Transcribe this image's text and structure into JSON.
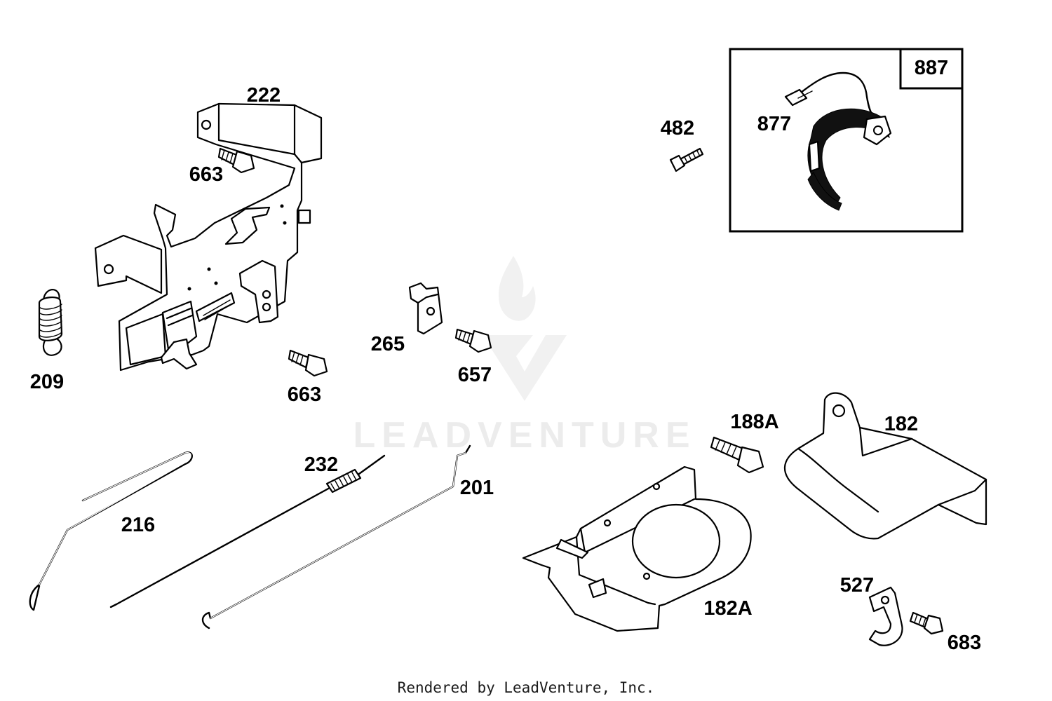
{
  "diagram": {
    "callouts": [
      {
        "id": "c887",
        "text": "887"
      },
      {
        "id": "c877",
        "text": "877"
      },
      {
        "id": "c482",
        "text": "482"
      },
      {
        "id": "c222",
        "text": "222"
      },
      {
        "id": "c663a",
        "text": "663"
      },
      {
        "id": "c209",
        "text": "209"
      },
      {
        "id": "c265",
        "text": "265"
      },
      {
        "id": "c657",
        "text": "657"
      },
      {
        "id": "c663b",
        "text": "663"
      },
      {
        "id": "c188A",
        "text": "188A"
      },
      {
        "id": "c182",
        "text": "182"
      },
      {
        "id": "c232",
        "text": "232"
      },
      {
        "id": "c201",
        "text": "201"
      },
      {
        "id": "c216",
        "text": "216"
      },
      {
        "id": "c182A",
        "text": "182A"
      },
      {
        "id": "c527",
        "text": "527"
      },
      {
        "id": "c683",
        "text": "683"
      }
    ],
    "watermark": "LEADVENTURE",
    "footer": "Rendered by LeadVenture, Inc."
  }
}
